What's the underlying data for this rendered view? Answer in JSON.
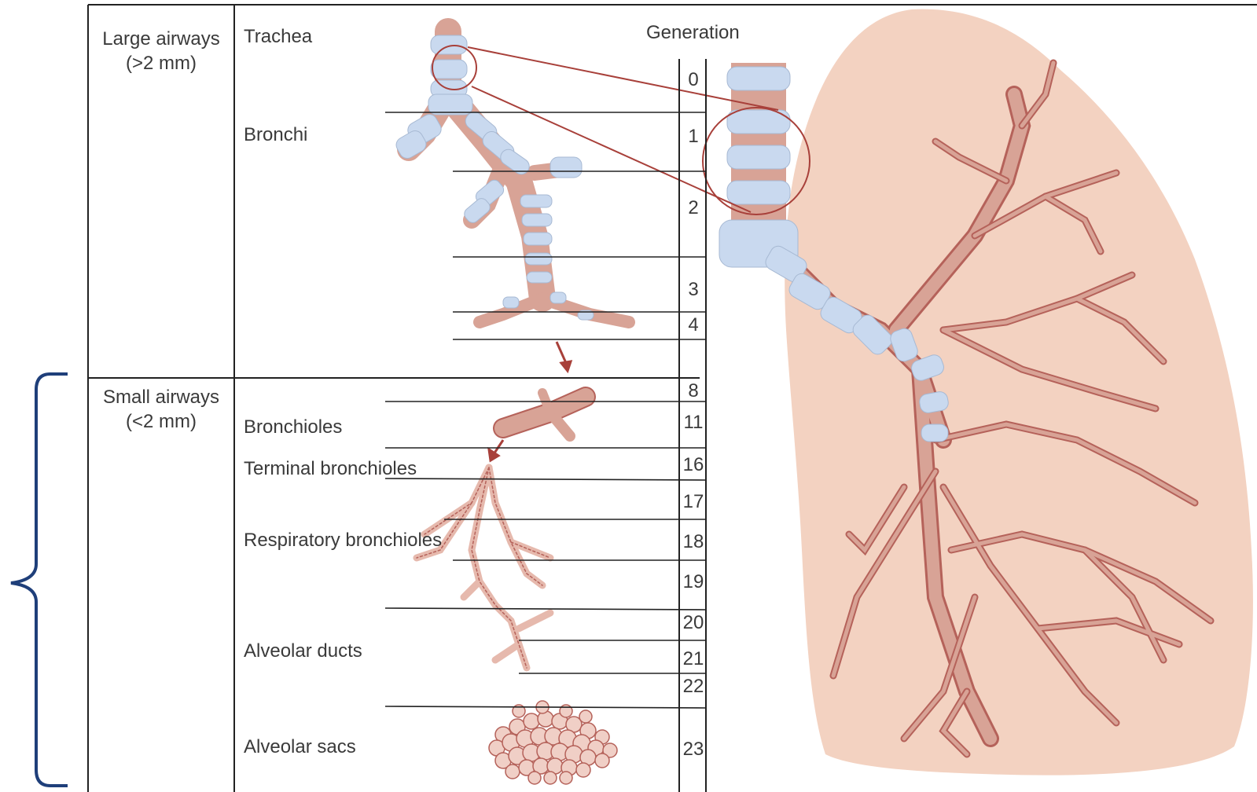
{
  "categories": {
    "large": {
      "line1": "Large airways",
      "line2": "(>2 mm)"
    },
    "small": {
      "line1": "Small airways",
      "line2": "(<2 mm)"
    }
  },
  "structures": {
    "trachea": "Trachea",
    "bronchi": "Bronchi",
    "bronchioles": "Bronchioles",
    "terminal_bronchioles": "Terminal bronchioles",
    "respiratory_bronchioles": "Respiratory bronchioles",
    "alveolar_ducts": "Alveolar ducts",
    "alveolar_sacs": "Alveolar sacs"
  },
  "generation_header": "Generation",
  "generations": [
    "0",
    "1",
    "2",
    "3",
    "4",
    "8",
    "11",
    "16",
    "17",
    "18",
    "19",
    "20",
    "21",
    "22",
    "23"
  ],
  "colors": {
    "airway_fill": "#d8a396",
    "airway_stroke": "#b5625a",
    "cartilage": "#c9d9ef",
    "lung_fill": "#f3d2c1",
    "highlight_ring": "#a8403a",
    "bracket": "#1f3f7a",
    "table_lines": "#222222"
  }
}
